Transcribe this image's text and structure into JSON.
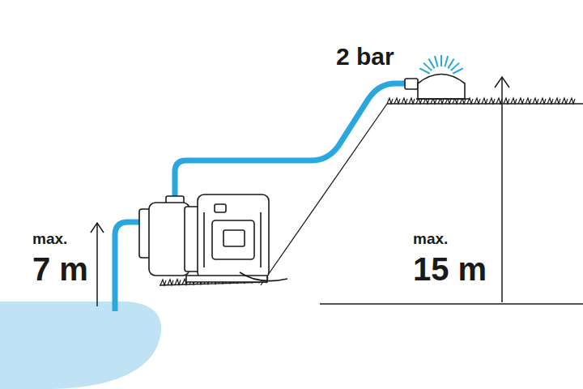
{
  "diagram": {
    "labels": [
      "2 bar",
      "max.",
      "7 m",
      "max.",
      "15 m"
    ]
  }
}
